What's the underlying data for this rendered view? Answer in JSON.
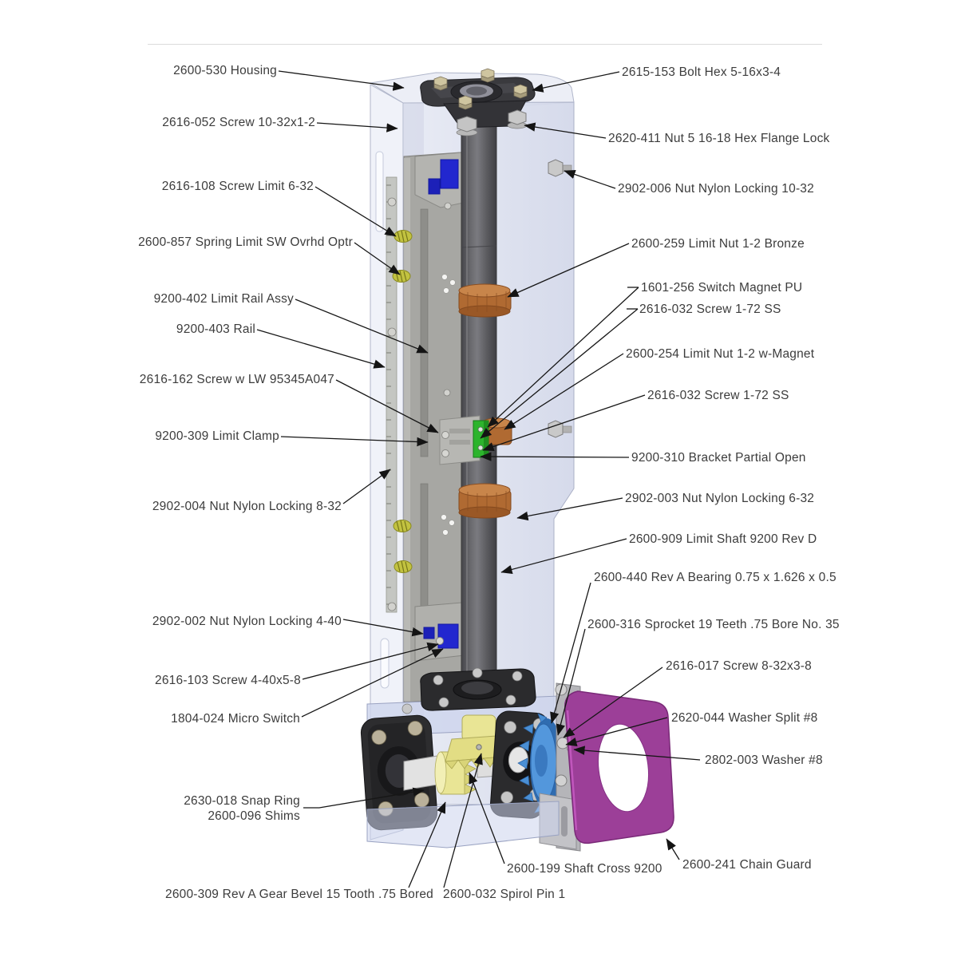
{
  "diagram": {
    "type": "exploded-parts-callout-diagram",
    "subject": "Limit shaft / limit rail gearbox assembly",
    "labels": {
      "housing": "2600-530 Housing",
      "screw_10_32": "2616-052 Screw 10-32x1-2",
      "screw_limit_6_32": "2616-108 Screw Limit 6-32",
      "spring_limit": "2600-857 Spring Limit SW Ovrhd Optr",
      "limit_rail_assy": "9200-402 Limit Rail Assy",
      "rail": "9200-403 Rail",
      "screw_lw": "2616-162 Screw w LW 95345A047",
      "limit_clamp": "9200-309 Limit Clamp",
      "nut_8_32": "2902-004 Nut Nylon Locking 8-32",
      "nut_4_40": "2902-002 Nut Nylon Locking 4-40",
      "screw_4_40": "2616-103 Screw 4-40x5-8",
      "micro_switch": "1804-024 Micro Switch",
      "snap_ring": "2630-018 Snap Ring",
      "shims": "2600-096 Shims",
      "gear_bevel": "2600-309 Rev A Gear Bevel 15 Tooth .75 Bored",
      "bolt_hex": "2615-153 Bolt Hex 5-16x3-4",
      "nut_flange_lock": "2620-411 Nut 5 16-18 Hex Flange Lock",
      "nut_10_32": "2902-006 Nut Nylon Locking 10-32",
      "limit_nut_bronze": "2600-259 Limit Nut 1-2 Bronze",
      "switch_magnet": "1601-256 Switch Magnet PU",
      "screw_1_72_a": "2616-032 Screw 1-72 SS",
      "limit_nut_magnet": "2600-254 Limit Nut 1-2 w-Magnet",
      "screw_1_72_b": "2616-032 Screw 1-72 SS",
      "bracket_partial": "9200-310 Bracket Partial Open",
      "nut_6_32": "2902-003 Nut Nylon Locking 6-32",
      "limit_shaft": "2600-909 Limit Shaft 9200 Rev D",
      "bearing": "2600-440 Rev A Bearing 0.75 x 1.626 x 0.5",
      "sprocket": "2600-316 Sprocket 19 Teeth .75 Bore No. 35",
      "screw_8_32": "2616-017 Screw 8-32x3-8",
      "washer_split": "2620-044 Washer Split #8",
      "washer_8": "2802-003 Washer #8",
      "chain_guard": "2600-241 Chain Guard",
      "shaft_cross": "2600-199 Shaft Cross 9200",
      "spirol_pin": "2600-032 Spirol Pin 1"
    },
    "colors": {
      "label_text": "#3c3c3c",
      "leader_line": "#161616",
      "housing_translucent": "#dde1ef",
      "limit_shaft_gray": "#5e5e62",
      "limit_nut_bronze": "#b06a32",
      "magnet_switch_green": "#2cb42c",
      "micro_switch_blue": "#2227cf",
      "spring_yellow": "#c2c240",
      "bevel_gear_yellow": "#e9e595",
      "sprocket_blue": "#4a8fd4",
      "chain_guard_purple": "#9c3f98",
      "bearing_black": "#2b2b2d",
      "rail_gray": "#a7a7a3",
      "bolt_tan": "#cfc5a0"
    }
  }
}
